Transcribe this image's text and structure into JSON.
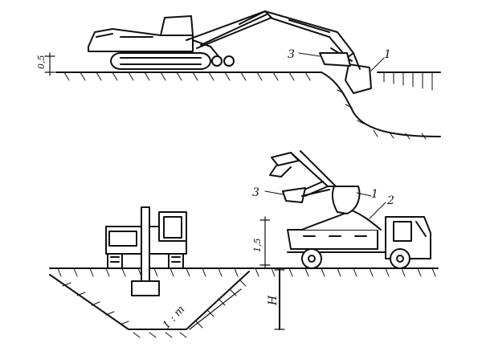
{
  "top_figure": {
    "dim_label": "0,5",
    "callouts": {
      "one": "1",
      "three": "3"
    }
  },
  "bottom_figure": {
    "dim_label": "1,5",
    "slope_label": "1 : m",
    "depth_label": "H",
    "callouts": {
      "one": "1",
      "two": "2",
      "three": "3"
    }
  }
}
